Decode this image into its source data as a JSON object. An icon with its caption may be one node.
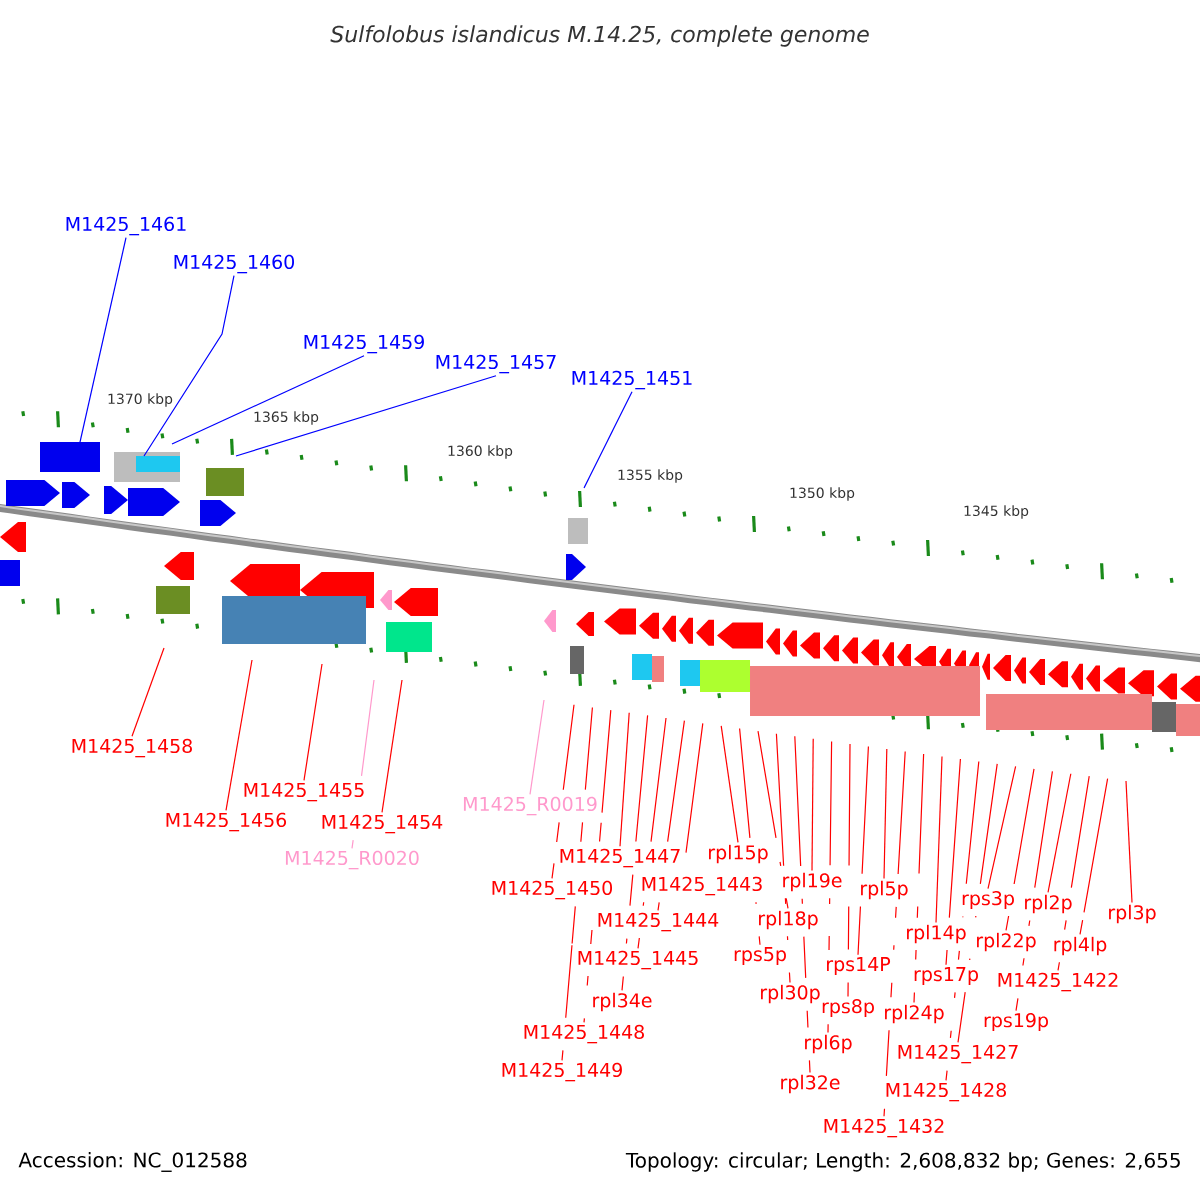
{
  "diagram": {
    "title": "Sulfolobus islandicus M.14.25, complete genome",
    "nodes": [
      {
        "text": [
          "M1425_1461"
        ]
      },
      {
        "text": [
          "M1425_1460"
        ]
      },
      {
        "text": [
          "M1425_1459"
        ]
      },
      {
        "text": [
          "M1425_1457"
        ]
      },
      {
        "text": [
          "M1425_1451"
        ]
      },
      {
        "text": [
          "M1425_1458"
        ]
      },
      {
        "text": [
          "M1425_1455"
        ]
      },
      {
        "text": [
          "M1425_1456"
        ]
      },
      {
        "text": [
          "M1425_1454"
        ]
      },
      {
        "text": [
          "M1425_R0019"
        ]
      },
      {
        "text": [
          "M1425_R0020"
        ]
      },
      {
        "text": [
          "rpl15p"
        ]
      },
      {
        "text": [
          "M1425_1447"
        ]
      },
      {
        "text": [
          "rpl19e"
        ]
      },
      {
        "text": [
          "M1425_1443"
        ]
      },
      {
        "text": [
          "M1425_1450"
        ]
      },
      {
        "text": [
          "rpl5p"
        ]
      },
      {
        "text": [
          "rps3p"
        ]
      },
      {
        "text": [
          "rpl2p"
        ]
      },
      {
        "text": [
          "rpl3p"
        ]
      },
      {
        "text": [
          "rpl18p"
        ]
      },
      {
        "text": [
          "M1425_1444"
        ]
      },
      {
        "text": [
          "rpl14p"
        ]
      },
      {
        "text": [
          "rpl22p"
        ]
      },
      {
        "text": [
          "rpl4lp"
        ]
      },
      {
        "text": [
          "rps5p"
        ]
      },
      {
        "text": [
          "M1425_1445"
        ]
      },
      {
        "text": [
          "rps14P"
        ]
      },
      {
        "text": [
          "rps17p"
        ]
      },
      {
        "text": [
          "M1425_1422"
        ]
      },
      {
        "text": [
          "rpl30p"
        ]
      },
      {
        "text": [
          "rpl34e"
        ]
      },
      {
        "text": [
          "rps8p"
        ]
      },
      {
        "text": [
          "rpl24p"
        ]
      },
      {
        "text": [
          "rps19p"
        ]
      },
      {
        "text": [
          "M1425_1448"
        ]
      },
      {
        "text": [
          "rpl6p"
        ]
      },
      {
        "text": [
          "M1425_1427"
        ]
      },
      {
        "text": [
          "rpl32e"
        ]
      },
      {
        "text": [
          "M1425_1428"
        ]
      },
      {
        "text": [
          "M1425_1449"
        ]
      },
      {
        "text": [
          "M1425_1432"
        ]
      }
    ],
    "edges": [
      {
        "from": 0,
        "to": null,
        "arrow": "none",
        "color": "#0000ff"
      },
      {
        "from": 1,
        "to": null,
        "arrow": "none",
        "color": "#0000ff"
      },
      {
        "from": 2,
        "to": null,
        "arrow": "none",
        "color": "#0000ff"
      },
      {
        "from": 3,
        "to": null,
        "arrow": "none",
        "color": "#0000ff"
      },
      {
        "from": 4,
        "to": null,
        "arrow": "none",
        "color": "#0000ff"
      },
      {
        "from": 5,
        "to": null,
        "arrow": "none"
      },
      {
        "from": 6,
        "to": null,
        "arrow": "none"
      },
      {
        "from": 7,
        "to": null,
        "arrow": "none"
      },
      {
        "from": 8,
        "to": null,
        "arrow": "none"
      },
      {
        "from": 9,
        "to": null,
        "arrow": "none",
        "color": "#ff99cc"
      },
      {
        "from": 10,
        "to": null,
        "arrow": "none",
        "color": "#ff99cc"
      },
      {
        "from": 11,
        "to": null,
        "arrow": "none"
      },
      {
        "from": 12,
        "to": null,
        "arrow": "none"
      },
      {
        "from": 13,
        "to": null,
        "arrow": "none"
      },
      {
        "from": 14,
        "to": null,
        "arrow": "none"
      },
      {
        "from": 15,
        "to": null,
        "arrow": "none"
      },
      {
        "from": 16,
        "to": null,
        "arrow": "none"
      },
      {
        "from": 17,
        "to": null,
        "arrow": "none"
      },
      {
        "from": 18,
        "to": null,
        "arrow": "none"
      },
      {
        "from": 19,
        "to": null,
        "arrow": "none"
      },
      {
        "from": 20,
        "to": null,
        "arrow": "none"
      },
      {
        "from": 21,
        "to": null,
        "arrow": "none"
      },
      {
        "from": 22,
        "to": null,
        "arrow": "none"
      },
      {
        "from": 23,
        "to": null,
        "arrow": "none"
      },
      {
        "from": 24,
        "to": null,
        "arrow": "none"
      },
      {
        "from": 25,
        "to": null,
        "arrow": "none"
      },
      {
        "from": 26,
        "to": null,
        "arrow": "none"
      },
      {
        "from": 27,
        "to": null,
        "arrow": "none"
      },
      {
        "from": 28,
        "to": null,
        "arrow": "none"
      },
      {
        "from": 29,
        "to": null,
        "arrow": "none"
      },
      {
        "from": 30,
        "to": null,
        "arrow": "none"
      },
      {
        "from": 31,
        "to": null,
        "arrow": "none"
      },
      {
        "from": 32,
        "to": null,
        "arrow": "none"
      },
      {
        "from": 33,
        "to": null,
        "arrow": "none"
      },
      {
        "from": 34,
        "to": null,
        "arrow": "none"
      },
      {
        "from": 35,
        "to": null,
        "arrow": "none"
      },
      {
        "from": 36,
        "to": null,
        "arrow": "none"
      },
      {
        "from": 37,
        "to": null,
        "arrow": "none"
      },
      {
        "from": 38,
        "to": null,
        "arrow": "none"
      },
      {
        "from": 39,
        "to": null,
        "arrow": "none"
      },
      {
        "from": 40,
        "to": null,
        "arrow": "none"
      },
      {
        "from": 41,
        "to": null,
        "arrow": "none"
      }
    ],
    "labels": [
      "1370 kbp",
      "1365 kbp",
      "1360 kbp",
      "1355 kbp",
      "1350 kbp",
      "1345 kbp",
      "Accession: NC_012588",
      "Topology: circular; Length: 2,608,832 bp; Genes: 2,655"
    ]
  }
}
